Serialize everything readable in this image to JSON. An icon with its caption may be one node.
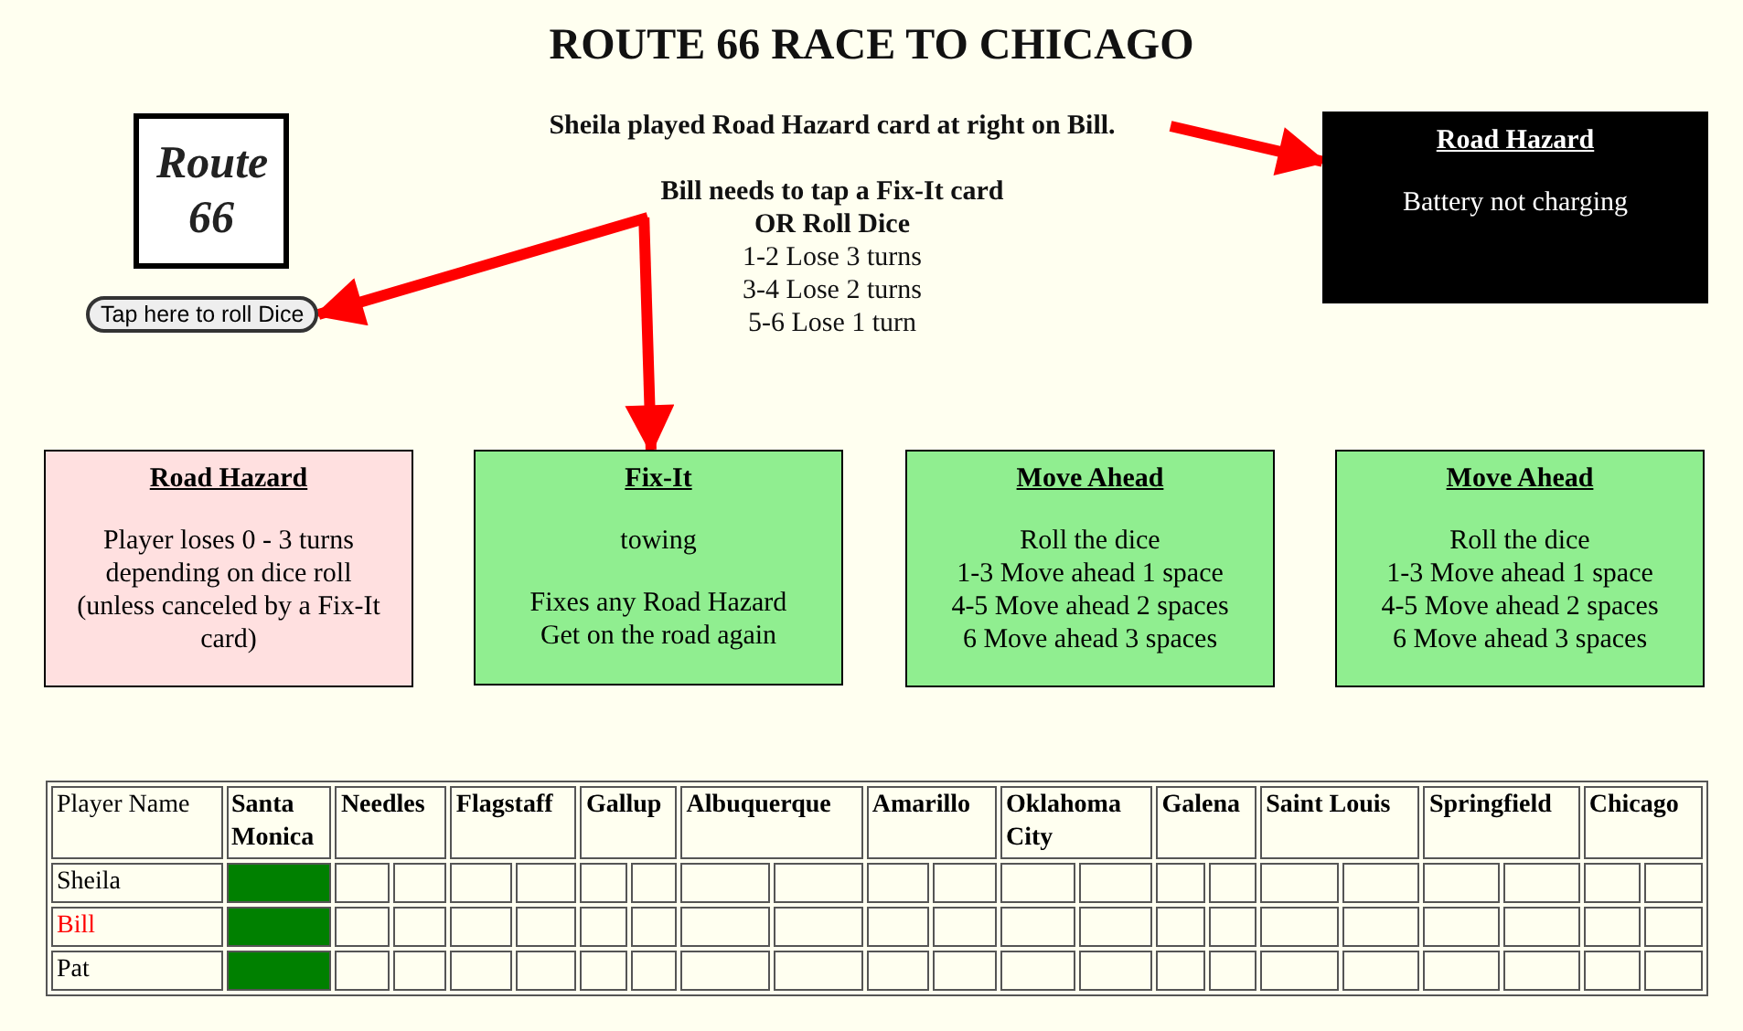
{
  "diagram": {
    "title": "ROUTE 66 RACE TO CHICAGO",
    "nodes": [
      {
        "text": [
          "Route 66"
        ]
      },
      {
        "text": [
          "Tap here to roll Dice"
        ]
      },
      {
        "text": [
          "Sheila played Road Hazard card at right on Bill."
        ]
      },
      {
        "text": [
          "Bill needs to tap a Fix-It card",
          "OR Roll Dice",
          "1-2 Lose 3 turns",
          "3-4 Lose 2 turns",
          "5-6 Lose 1 turn"
        ]
      },
      {
        "text": [
          "Road Hazard",
          "Battery not charging"
        ]
      },
      {
        "text": [
          "Road Hazard",
          "Player loses 0 - 3 turns depending on dice roll (unless canceled by a Fix-It card)"
        ]
      },
      {
        "text": [
          "Fix-It",
          "towing",
          "Fixes any Road Hazard",
          "Get on the road again"
        ]
      },
      {
        "text": [
          "Move Ahead",
          "Roll the dice",
          "1-3 Move ahead 1 space",
          "4-5 Move ahead 2 spaces",
          "6 Move ahead 3 spaces"
        ]
      },
      {
        "text": [
          "Move Ahead",
          "Roll the dice",
          "1-3 Move ahead 1 space",
          "4-5 Move ahead 2 spaces",
          "6 Move ahead 3 spaces"
        ]
      }
    ],
    "edges": [
      {
        "from": 2,
        "to": 4,
        "arrow": "to"
      },
      {
        "from": 3,
        "to": 1,
        "arrow": "to"
      },
      {
        "from": 3,
        "to": 6,
        "arrow": "to"
      }
    ],
    "labels": [
      "Player Name",
      "Santa Monica",
      "Needles",
      "Flagstaff",
      "Gallup",
      "Albuquerque",
      "Amarillo",
      "Oklahoma City",
      "Galena",
      "Saint Louis",
      "Springfield",
      "Chicago",
      "Sheila",
      "Bill",
      "Pat"
    ]
  }
}
